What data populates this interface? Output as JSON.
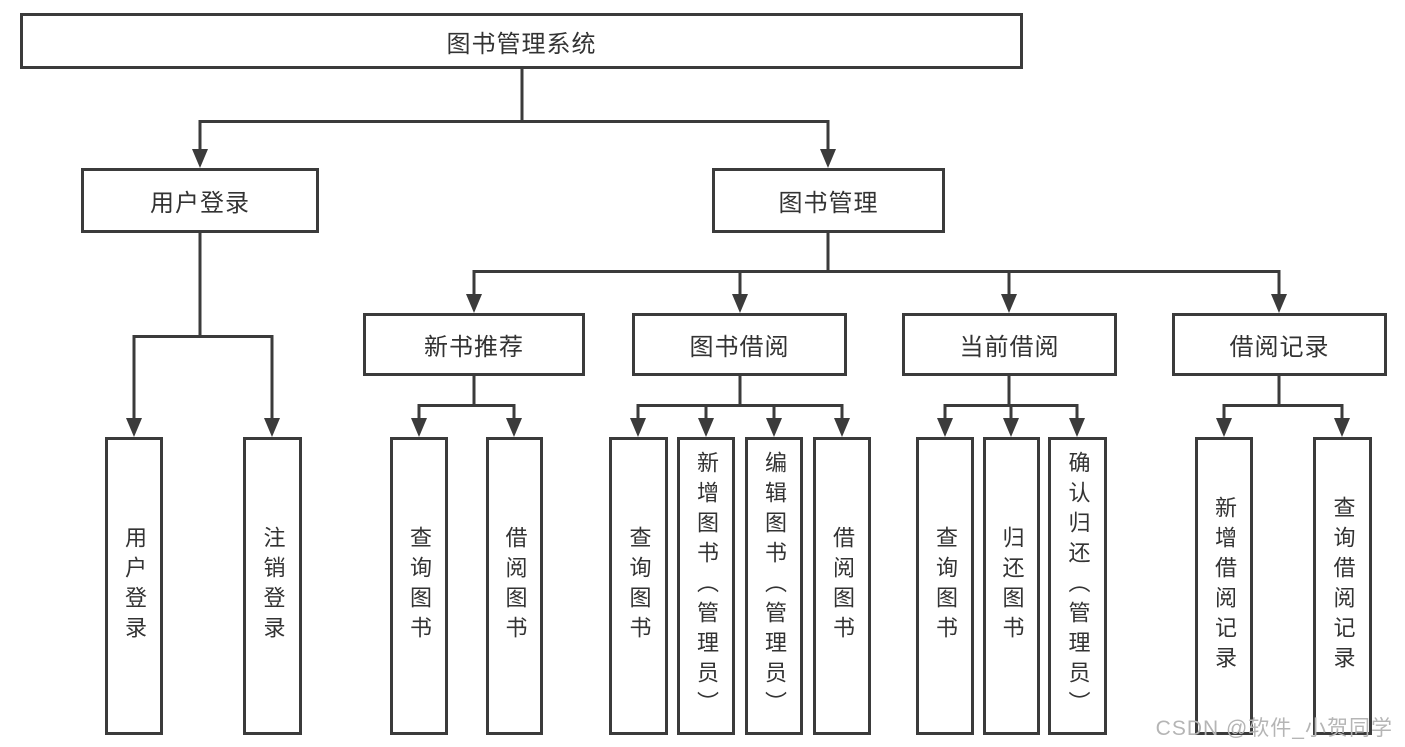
{
  "diagram": {
    "title": "图书管理系统",
    "watermark": "CSDN @软件_小贺同学",
    "colors": {
      "line": "#3b3b3b",
      "text": "#333333",
      "background": "#ffffff",
      "watermark": "#b5b5b5"
    }
  },
  "nodes": {
    "root": {
      "label": "图书管理系统"
    },
    "user_login": {
      "label": "用户登录"
    },
    "book_mgmt": {
      "label": "图书管理"
    },
    "new_book_rec": {
      "label": "新书推荐"
    },
    "book_borrow": {
      "label": "图书借阅"
    },
    "current_borrow": {
      "label": "当前借阅"
    },
    "borrow_record": {
      "label": "借阅记录"
    },
    "login_leaf": {
      "label": "用户登录"
    },
    "logout_leaf": {
      "label": "注销登录"
    },
    "rec_query_books": {
      "label": "查询图书"
    },
    "rec_borrow_books": {
      "label": "借阅图书"
    },
    "bb_query_books": {
      "label": "查询图书"
    },
    "bb_add_books": {
      "label": "新增图书（管理员）"
    },
    "bb_edit_books": {
      "label": "编辑图书（管理员）"
    },
    "bb_borrow_books": {
      "label": "借阅图书"
    },
    "cb_query_books": {
      "label": "查询图书"
    },
    "cb_return_books": {
      "label": "归还图书"
    },
    "cb_confirm_return": {
      "label": "确认归还（管理员）"
    },
    "br_add_record": {
      "label": "新增借阅记录"
    },
    "br_query_record": {
      "label": "查询借阅记录"
    }
  }
}
